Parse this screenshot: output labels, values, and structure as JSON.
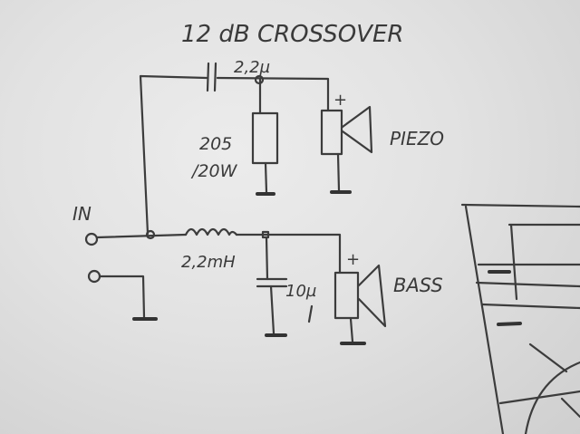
{
  "title": "12 dB CROSSOVER",
  "input_label": "IN",
  "tweeter": {
    "capacitor_value": "2,2µ",
    "resistor_value_1": "205",
    "resistor_value_2": "/20W",
    "speaker_label": "PIEZO",
    "polarity": "+"
  },
  "woofer": {
    "inductor_value": "2,2mH",
    "capacitor_value": "10µ",
    "speaker_label": "BASS",
    "polarity": "+"
  }
}
